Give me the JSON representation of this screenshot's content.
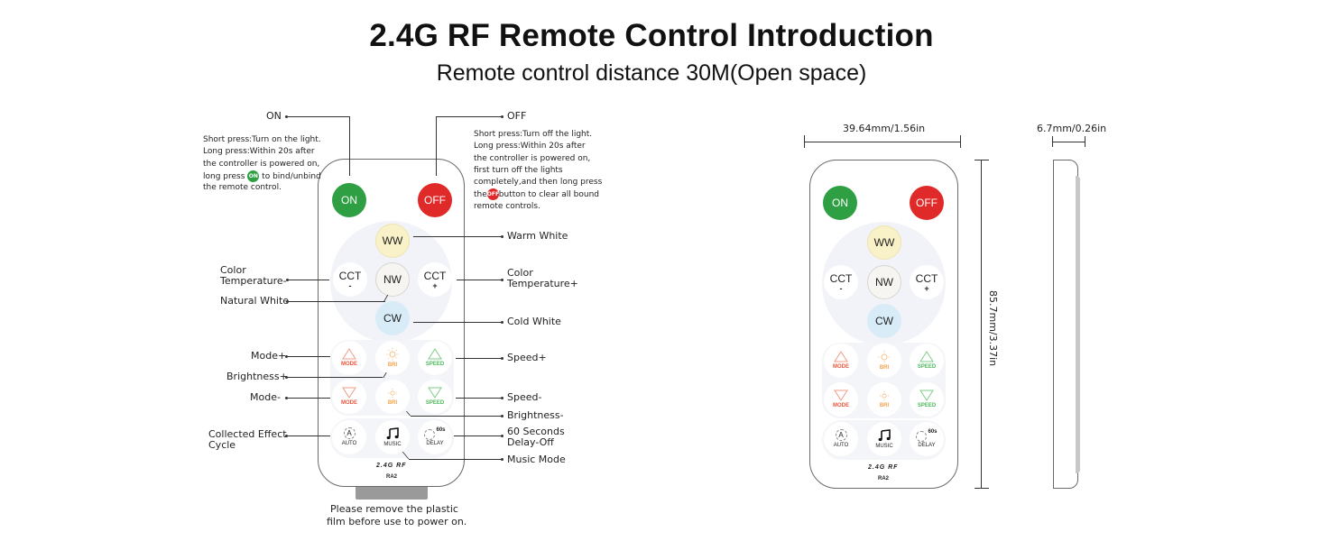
{
  "header": {
    "title": "2.4G RF Remote Control Introduction",
    "subtitle": "Remote control distance 30M(Open space)"
  },
  "colors": {
    "on_green": "#2ea043",
    "off_red": "#e02a2a",
    "mode_red": "#e8553b",
    "bri_orange": "#f2a24a",
    "speed_green": "#4cb75b",
    "ww_yellow": "#f9f1c8",
    "cw_blue": "#d8ecf8"
  },
  "callouts": {
    "on": {
      "label": "ON",
      "desc": [
        "Short press:Turn on the light.",
        "Long press:Within 20s after",
        "the controller is powered on,"
      ],
      "desc_pre": " long press",
      "desc_chip": "ON",
      "desc_post": "to bind/unbind",
      "desc_last": "the remote control."
    },
    "off": {
      "label": "OFF",
      "desc": [
        "Short press:Turn off the light.",
        "Long press:Within 20s after",
        "the controller is powered on,",
        "first turn off the lights",
        "completely,and then long press"
      ],
      "desc_pre": "the",
      "desc_chip": "OFF",
      "desc_post": "button to clear all bound",
      "desc_last": "remote controls."
    },
    "warm_white": "Warm White",
    "color_temp_minus_1": "Color",
    "color_temp_minus_2": "Temperature-",
    "color_temp_plus_1": "Color",
    "color_temp_plus_2": "Temperature+",
    "natural_white": "Natural White",
    "cold_white": "Cold White",
    "mode_plus": "Mode+",
    "brightness_plus": "Brightness+",
    "speed_plus": "Speed+",
    "mode_minus": "Mode-",
    "speed_minus": "Speed-",
    "brightness_minus": "Brightness-",
    "collected_1": "Collected Effect",
    "collected_2": "Cycle",
    "delay_1": "60 Seconds",
    "delay_2": "Delay-Off",
    "music_mode": "Music Mode",
    "film_note_1": "Please remove the plastic",
    "film_note_2": "film before use to power on."
  },
  "remote": {
    "on": "ON",
    "off": "OFF",
    "ww": "WW",
    "nw": "NW",
    "cw": "CW",
    "cct": "CCT",
    "cct_minus_sign": "-",
    "cct_plus_sign": "+",
    "mode": "MODE",
    "bri": "BRI",
    "speed": "SPEED",
    "auto": "AUTO",
    "auto_glyph": "A",
    "music": "MUSIC",
    "delay": "DELAY",
    "delay_glyph": "60s",
    "brand": "2.4G RF",
    "model": "RA2"
  },
  "dimensions": {
    "width": "39.64mm/1.56in",
    "thickness": "6.7mm/0.26in",
    "height": "85.7mm/3.37in"
  }
}
